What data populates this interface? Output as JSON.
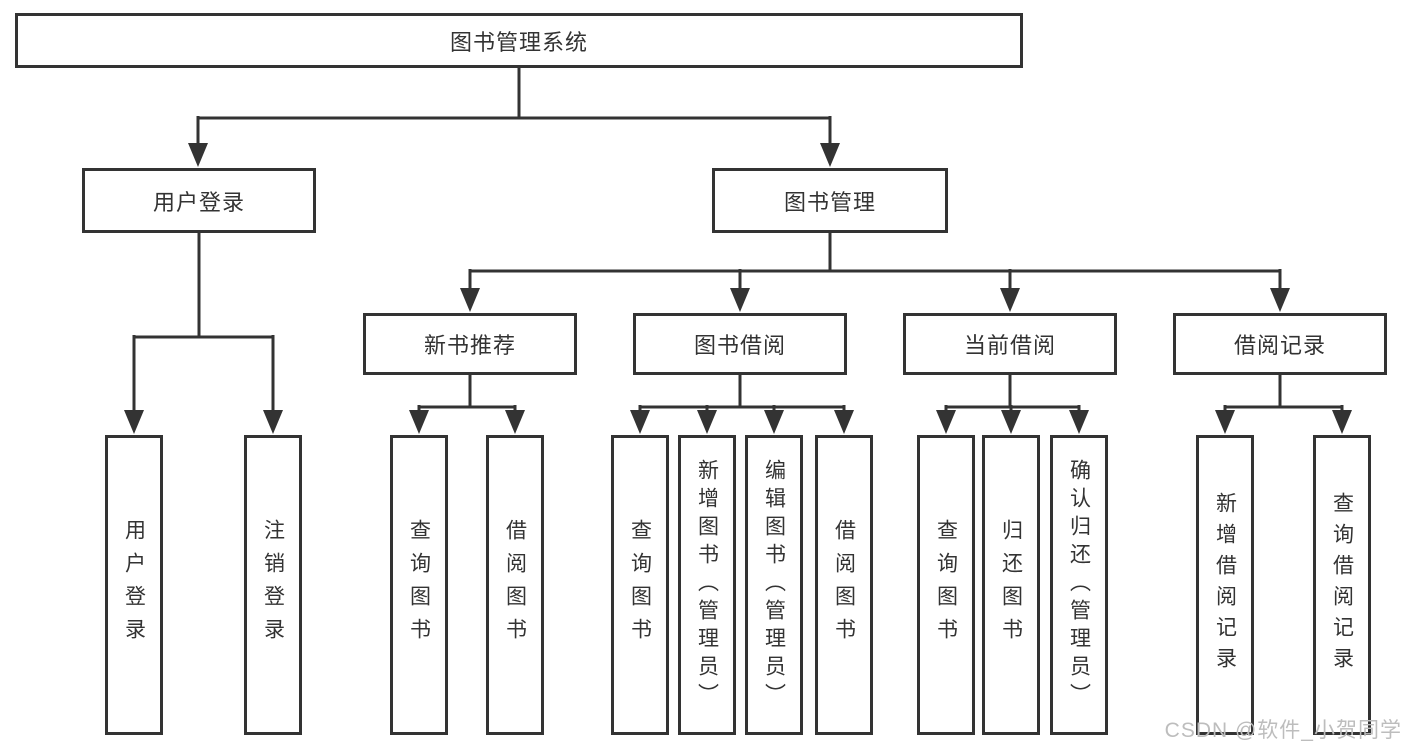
{
  "diagram": {
    "root_label": "图书管理系统",
    "branches": [
      {
        "label": "用户登录",
        "children": [
          {
            "label": "用户登录"
          },
          {
            "label": "注销登录"
          }
        ]
      },
      {
        "label": "图书管理",
        "children": [
          {
            "label": "新书推荐",
            "children": [
              {
                "label": "查询图书"
              },
              {
                "label": "借阅图书"
              }
            ]
          },
          {
            "label": "图书借阅",
            "children": [
              {
                "label": "查询图书"
              },
              {
                "label": "新增图书（管理员）"
              },
              {
                "label": "编辑图书（管理员）"
              },
              {
                "label": "借阅图书"
              }
            ]
          },
          {
            "label": "当前借阅",
            "children": [
              {
                "label": "查询图书"
              },
              {
                "label": "归还图书"
              },
              {
                "label": "确认归还（管理员）"
              }
            ]
          },
          {
            "label": "借阅记录",
            "children": [
              {
                "label": "新增借阅记录"
              },
              {
                "label": "查询借阅记录"
              }
            ]
          }
        ]
      }
    ]
  },
  "watermark": {
    "text": "CSDN @软件_小贺同学"
  },
  "colors": {
    "line": "#333333",
    "text": "#333333",
    "box_fill": "#ffffff",
    "background": "#ffffff",
    "watermark": "#bdbdbd"
  }
}
